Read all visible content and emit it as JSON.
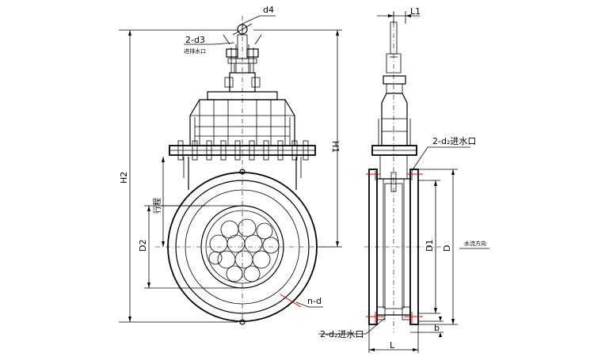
{
  "labels": {
    "d4": "d4",
    "d3": "2-d3",
    "d3_note": "进排水口",
    "h2": "H2",
    "stroke": "行程",
    "d2": "D2",
    "nd": "n-d",
    "l1": "L1",
    "h1": "H1",
    "inlet_top": "2-d₂进水口",
    "d1": "D1",
    "d": "D",
    "flow": "水流方向",
    "b": "b",
    "inlet_bottom": "2-d₂进水口",
    "l": "L"
  },
  "colors": {
    "line": "#000000",
    "marker": "#e00000",
    "background": "#ffffff"
  }
}
